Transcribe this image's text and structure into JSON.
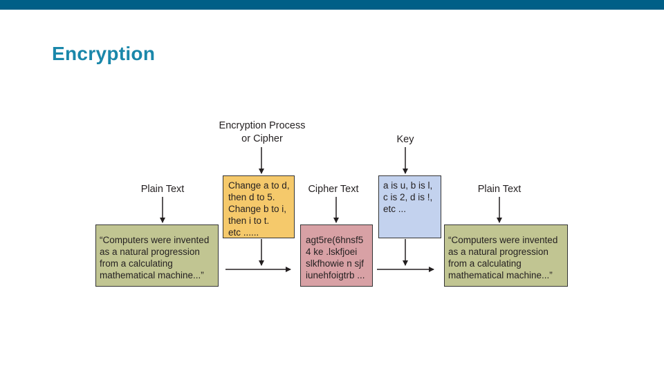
{
  "slide": {
    "title": "Encryption"
  },
  "diagram": {
    "labels": {
      "process": "Encryption Process\nor Cipher",
      "key": "Key",
      "plain_left": "Plain Text",
      "cipher": "Cipher Text",
      "plain_right": "Plain Text"
    },
    "boxes": {
      "cipher_rule": "Change a to d,\nthen d to 5.\nChange b to i,\nthen i to t.\netc ......",
      "key_map": "a is u, b is l,\nc is 2, d is !,\netc ...",
      "plaintext_in": "“Computers were invented\nas a natural progression\nfrom a calculating\nmathematical machine...”",
      "ciphertext": "agt5re(6hnsf5\n4 ke .lskfjoei\nslkfhowie n sjf\niunehfoigtrb ...",
      "plaintext_out": "“Computers were invented\nas a natural progression\nfrom a calculating\nmathematical machine...”"
    },
    "colors": {
      "top_bar": "#005f87",
      "title": "#1a87aa",
      "process_box": "#f5c96b",
      "plain_text_box": "#c1c592",
      "cipher_text_box": "#d8a1a5",
      "key_box": "#c3d2ee"
    }
  }
}
